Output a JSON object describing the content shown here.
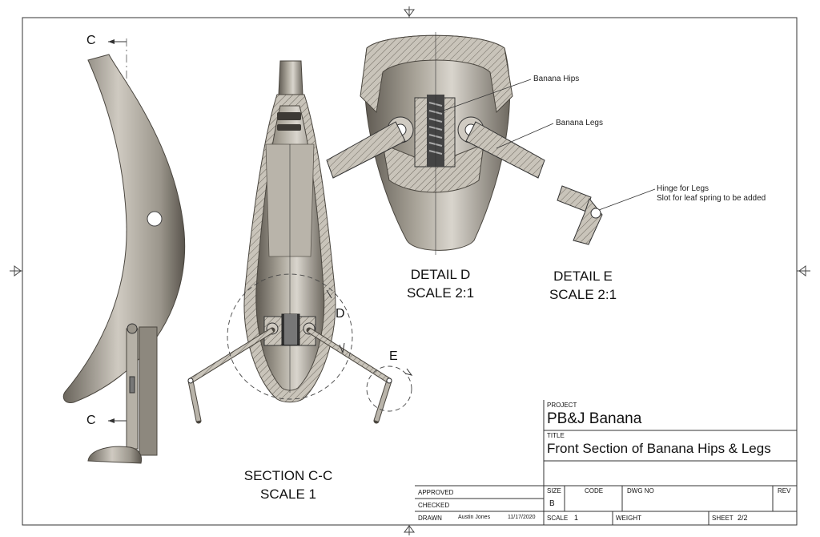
{
  "views": {
    "section_marker_top": "C",
    "section_marker_bottom": "C",
    "section_title": "SECTION C-C",
    "section_scale": "SCALE 1",
    "detail_d_marker": "D",
    "detail_e_marker": "E",
    "detail_d_title": "DETAIL D",
    "detail_d_scale": "SCALE 2:1",
    "detail_e_title": "DETAIL E",
    "detail_e_scale": "SCALE 2:1"
  },
  "callouts": {
    "hips": "Banana Hips",
    "legs": "Banana Legs",
    "hinge_line1": "Hinge for Legs",
    "hinge_line2": "Slot for leaf spring to be added"
  },
  "title_block": {
    "project_label": "PROJECT",
    "project_value": "PB&J Banana",
    "title_label": "TITLE",
    "title_value": "Front Section of Banana Hips & Legs",
    "approved_label": "APPROVED",
    "checked_label": "CHECKED",
    "drawn_label": "DRAWN",
    "drawn_name": "Austin Jones",
    "drawn_date": "11/17/2020",
    "size_label": "SIZE",
    "size_value": "B",
    "code_label": "CODE",
    "dwg_no_label": "DWG NO",
    "rev_label": "REV",
    "scale_label": "SCALE",
    "scale_value": "1",
    "weight_label": "WEIGHT",
    "sheet_label": "SHEET",
    "sheet_value": "2/2"
  },
  "colors": {
    "body_dark": "#6b665e",
    "body_mid": "#a39e95",
    "body_light": "#d6d2ca",
    "hatch": "#8f8a80",
    "line": "#333333"
  }
}
